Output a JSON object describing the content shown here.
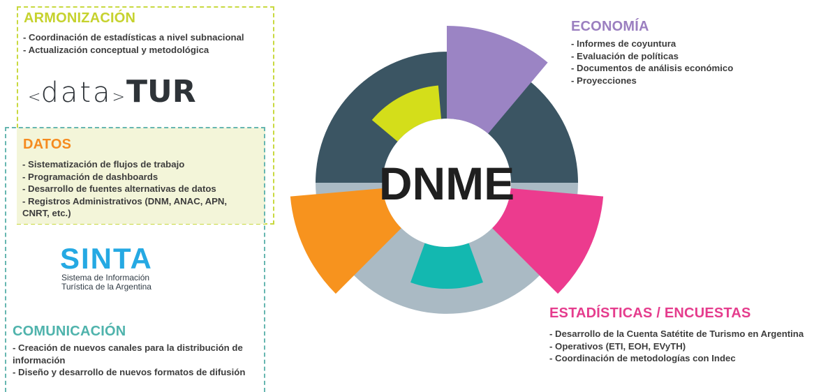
{
  "sections": {
    "armonizacion": {
      "title": "ARMONIZACIÓN",
      "items": [
        "- Coordinación de estadísticas a nivel subnacional",
        "- Actualización conceptual y metodológica"
      ],
      "color": "#c6d22e"
    },
    "datos": {
      "title": "DATOS",
      "items": [
        "- Sistematización de flujos de trabajo",
        "- Programación de dashboards",
        "- Desarrollo de fuentes alternativas de datos",
        "- Registros Administrativos (DNM, ANAC, APN, CNRT, etc.)"
      ],
      "color": "#f58b1f"
    },
    "comunicacion": {
      "title": "COMUNICACIÓN",
      "items": [
        "- Creación de nuevos canales para la distribución de información",
        "- Diseño y desarrollo de nuevos formatos de difusión"
      ],
      "color": "#4fb3ac"
    },
    "economia": {
      "title": "ECONOMÍA",
      "items": [
        "- Informes de coyuntura",
        "- Evaluación de políticas",
        "- Documentos de análisis económico",
        "- Proyecciones"
      ],
      "color": "#9b7fc0"
    },
    "estadisticas": {
      "title": "ESTADÍSTICAS / ENCUESTAS",
      "items": [
        "- Desarrollo de la Cuenta Satétite de Turismo en Argentina",
        "- Operativos (ETI, EOH, EVyTH)",
        "- Coordinación de metodologías con Indec"
      ],
      "color": "#e53c8d"
    }
  },
  "logos": {
    "datatur": {
      "open": "<",
      "word": "data",
      "close": ">",
      "bold": "TUR"
    },
    "sinta": {
      "word": "SINTA",
      "sub1": "Sistema de Información",
      "sub2": "Turística de la Argentina"
    }
  },
  "wheel": {
    "center_label": "DNME",
    "colors": {
      "dark_ring": "#3b5563",
      "light_ring": "#aabac4",
      "yellow": "#d4de1a",
      "purple": "#9b84c4",
      "pink": "#ec3b8e",
      "teal": "#13b8b0",
      "orange": "#f7931e"
    }
  }
}
